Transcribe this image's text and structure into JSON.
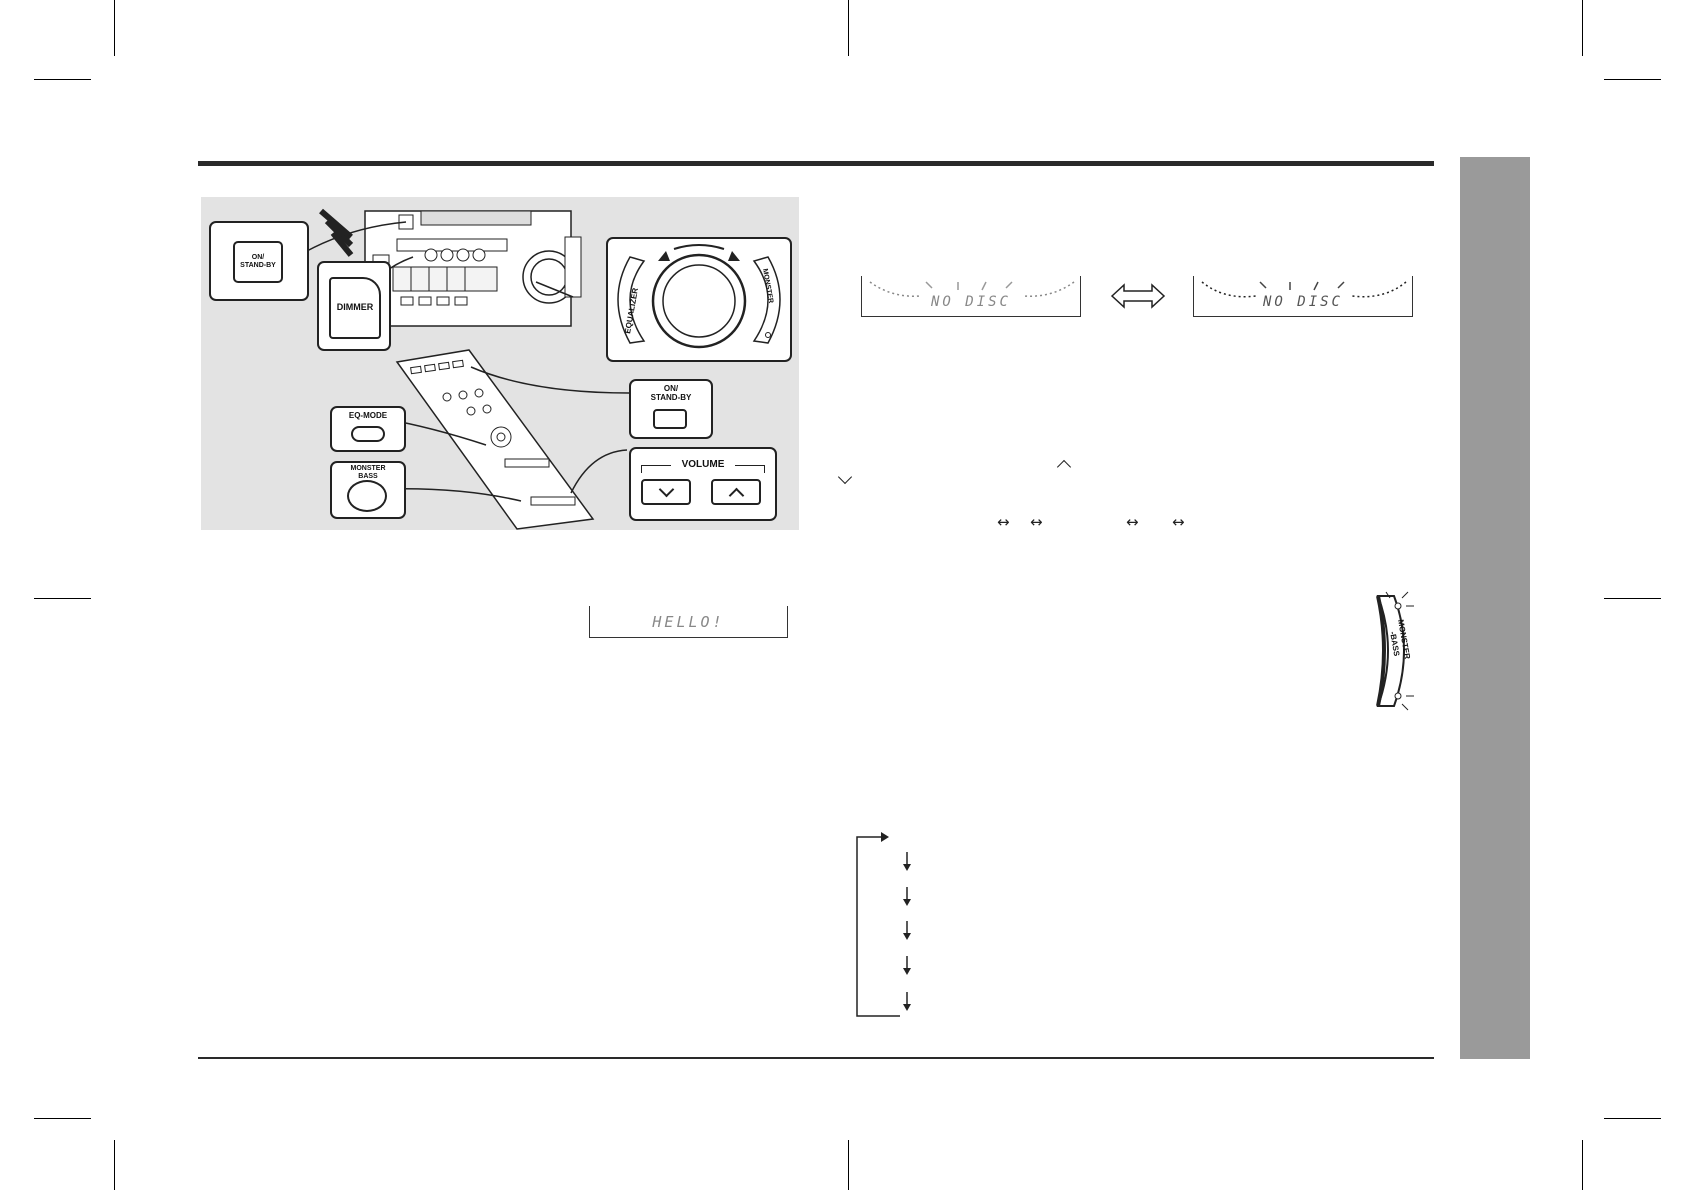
{
  "figure": {
    "unit_button_on_standby": "ON/\nSTAND-BY",
    "unit_button_dimmer": "DIMMER",
    "knob_left_label": "EQUALIZER",
    "knob_right_label": "MONSTER\n-BASS",
    "remote_button_on_standby": "ON/\nSTAND-BY",
    "remote_button_eq_mode": "EQ-MODE",
    "remote_button_monster_bass": "MONSTER\nBASS",
    "volume_label": "VOLUME"
  },
  "displays": {
    "hello_text": "HELLO!",
    "no_disc_text": "NO DISC"
  },
  "side_badge_label": "MONSTER\n-BASS",
  "colors": {
    "rule": "#2a2a2a",
    "side_tab": "#9a9a9a",
    "figure_bg": "#e3e3e3",
    "lcd_text": "#888888"
  },
  "icons": {
    "volume_down": "chevron-down-icon",
    "volume_up": "chevron-up-icon",
    "display_toggle": "double-arrow-icon",
    "cycle_arrow": "down-arrow-icon"
  }
}
